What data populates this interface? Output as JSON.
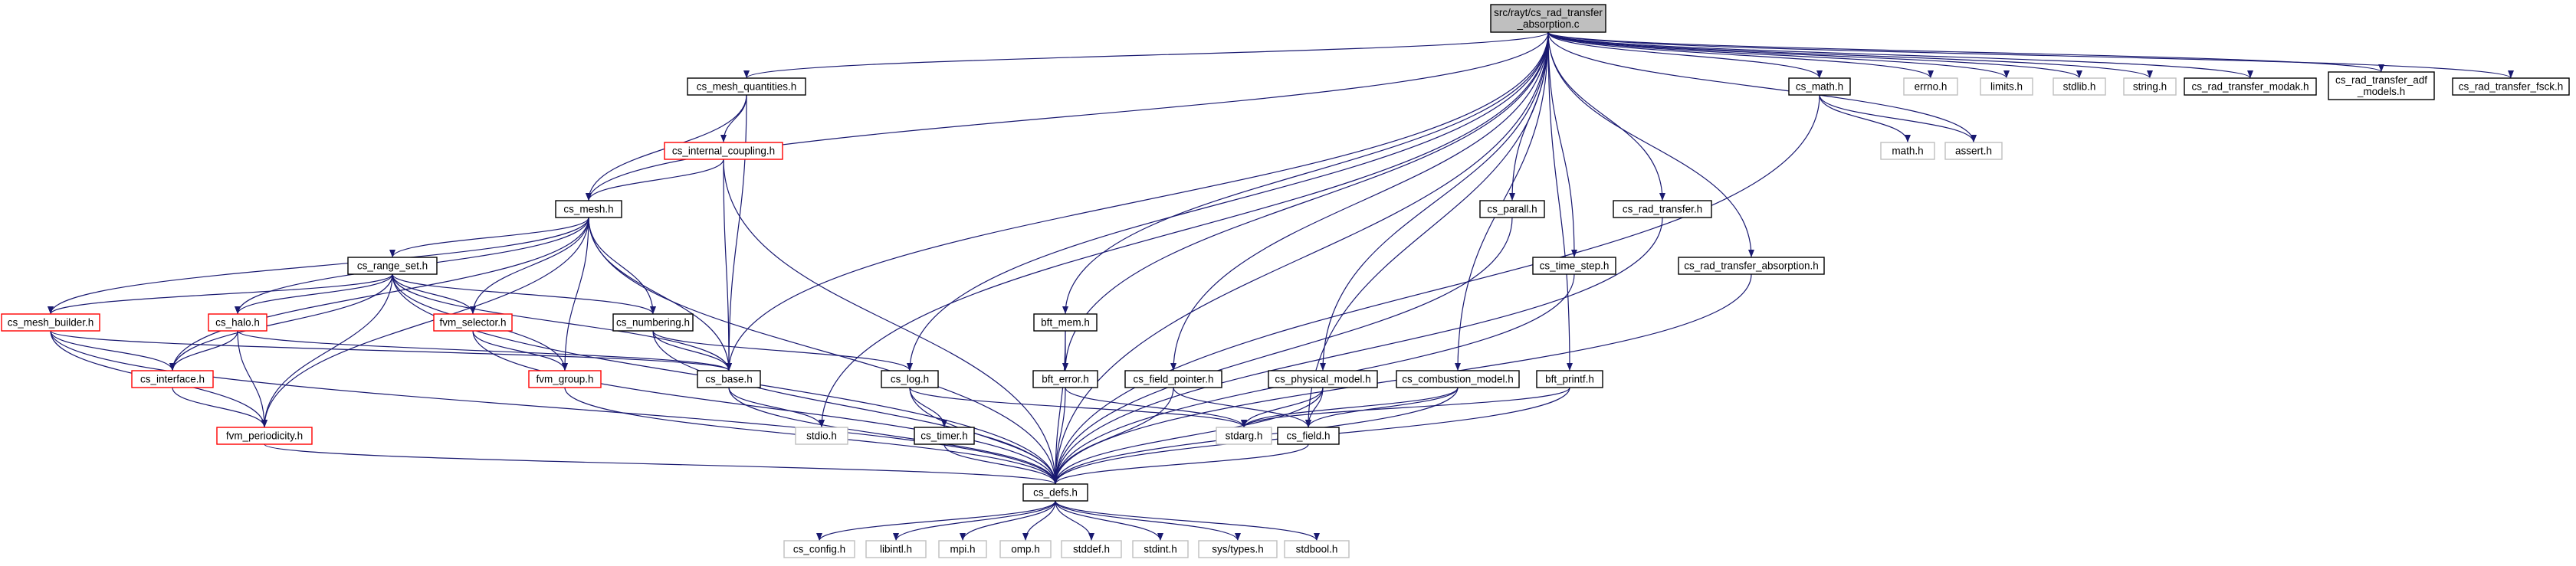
{
  "diagram": {
    "title": "",
    "colors": {
      "edge": "#191970",
      "root_fill": "#bfbfbf",
      "root_border": "#000000",
      "normal_border": "#000000",
      "red_border": "#ff0000",
      "gray_border": "#bfbfbf",
      "text": "#000000"
    },
    "nodes": [
      {
        "id": "root",
        "lines": [
          "src/rayt/cs_rad_transfer",
          "_absorption.c"
        ],
        "style": "root"
      },
      {
        "id": "cs_mesh_quantities",
        "lines": [
          "cs_mesh_quantities.h"
        ],
        "style": "normal"
      },
      {
        "id": "cs_internal_coupling",
        "lines": [
          "cs_internal_coupling.h"
        ],
        "style": "red"
      },
      {
        "id": "cs_mesh",
        "lines": [
          "cs_mesh.h"
        ],
        "style": "normal"
      },
      {
        "id": "cs_range_set",
        "lines": [
          "cs_range_set.h"
        ],
        "style": "normal"
      },
      {
        "id": "cs_mesh_builder",
        "lines": [
          "cs_mesh_builder.h"
        ],
        "style": "red"
      },
      {
        "id": "cs_halo",
        "lines": [
          "cs_halo.h"
        ],
        "style": "red"
      },
      {
        "id": "fvm_selector",
        "lines": [
          "fvm_selector.h"
        ],
        "style": "red"
      },
      {
        "id": "cs_numbering",
        "lines": [
          "cs_numbering.h"
        ],
        "style": "normal"
      },
      {
        "id": "cs_interface",
        "lines": [
          "cs_interface.h"
        ],
        "style": "red"
      },
      {
        "id": "fvm_group",
        "lines": [
          "fvm_group.h"
        ],
        "style": "red"
      },
      {
        "id": "cs_base",
        "lines": [
          "cs_base.h"
        ],
        "style": "normal"
      },
      {
        "id": "fvm_periodicity",
        "lines": [
          "fvm_periodicity.h"
        ],
        "style": "red"
      },
      {
        "id": "stdio",
        "lines": [
          "stdio.h"
        ],
        "style": "gray"
      },
      {
        "id": "cs_log",
        "lines": [
          "cs_log.h"
        ],
        "style": "normal"
      },
      {
        "id": "cs_timer",
        "lines": [
          "cs_timer.h"
        ],
        "style": "normal"
      },
      {
        "id": "bft_mem",
        "lines": [
          "bft_mem.h"
        ],
        "style": "normal"
      },
      {
        "id": "bft_error",
        "lines": [
          "bft_error.h"
        ],
        "style": "normal"
      },
      {
        "id": "cs_field_pointer",
        "lines": [
          "cs_field_pointer.h"
        ],
        "style": "normal"
      },
      {
        "id": "cs_physical_model",
        "lines": [
          "cs_physical_model.h"
        ],
        "style": "normal"
      },
      {
        "id": "stdarg",
        "lines": [
          "stdarg.h"
        ],
        "style": "gray"
      },
      {
        "id": "cs_field",
        "lines": [
          "cs_field.h"
        ],
        "style": "normal"
      },
      {
        "id": "cs_combustion_model",
        "lines": [
          "cs_combustion_model.h"
        ],
        "style": "normal"
      },
      {
        "id": "bft_printf",
        "lines": [
          "bft_printf.h"
        ],
        "style": "normal"
      },
      {
        "id": "cs_parall",
        "lines": [
          "cs_parall.h"
        ],
        "style": "normal"
      },
      {
        "id": "cs_time_step",
        "lines": [
          "cs_time_step.h"
        ],
        "style": "normal"
      },
      {
        "id": "cs_rad_transfer",
        "lines": [
          "cs_rad_transfer.h"
        ],
        "style": "normal"
      },
      {
        "id": "cs_rad_transfer_absorption",
        "lines": [
          "cs_rad_transfer_absorption.h"
        ],
        "style": "normal"
      },
      {
        "id": "cs_math",
        "lines": [
          "cs_math.h"
        ],
        "style": "normal"
      },
      {
        "id": "math",
        "lines": [
          "math.h"
        ],
        "style": "gray"
      },
      {
        "id": "assert",
        "lines": [
          "assert.h"
        ],
        "style": "gray"
      },
      {
        "id": "errno",
        "lines": [
          "errno.h"
        ],
        "style": "gray"
      },
      {
        "id": "limits",
        "lines": [
          "limits.h"
        ],
        "style": "gray"
      },
      {
        "id": "stdlib",
        "lines": [
          "stdlib.h"
        ],
        "style": "gray"
      },
      {
        "id": "string",
        "lines": [
          "string.h"
        ],
        "style": "gray"
      },
      {
        "id": "cs_rad_transfer_modak",
        "lines": [
          "cs_rad_transfer_modak.h"
        ],
        "style": "normal"
      },
      {
        "id": "cs_rad_transfer_adf_models",
        "lines": [
          "cs_rad_transfer_adf",
          "_models.h"
        ],
        "style": "normal"
      },
      {
        "id": "cs_rad_transfer_fsck",
        "lines": [
          "cs_rad_transfer_fsck.h"
        ],
        "style": "normal"
      },
      {
        "id": "cs_defs",
        "lines": [
          "cs_defs.h"
        ],
        "style": "normal"
      },
      {
        "id": "cs_config",
        "lines": [
          "cs_config.h"
        ],
        "style": "gray"
      },
      {
        "id": "libintl",
        "lines": [
          "libintl.h"
        ],
        "style": "gray"
      },
      {
        "id": "mpi",
        "lines": [
          "mpi.h"
        ],
        "style": "gray"
      },
      {
        "id": "omp",
        "lines": [
          "omp.h"
        ],
        "style": "gray"
      },
      {
        "id": "stddef",
        "lines": [
          "stddef.h"
        ],
        "style": "gray"
      },
      {
        "id": "stdint",
        "lines": [
          "stdint.h"
        ],
        "style": "gray"
      },
      {
        "id": "sys_types",
        "lines": [
          "sys/types.h"
        ],
        "style": "gray"
      },
      {
        "id": "stdbool",
        "lines": [
          "stdbool.h"
        ],
        "style": "gray"
      }
    ],
    "edges": [
      [
        "root",
        "cs_mesh_quantities"
      ],
      [
        "root",
        "cs_mesh"
      ],
      [
        "root",
        "cs_base"
      ],
      [
        "root",
        "stdio"
      ],
      [
        "root",
        "cs_log"
      ],
      [
        "root",
        "bft_mem"
      ],
      [
        "root",
        "bft_error"
      ],
      [
        "root",
        "cs_field_pointer"
      ],
      [
        "root",
        "cs_physical_model"
      ],
      [
        "root",
        "cs_field"
      ],
      [
        "root",
        "cs_combustion_model"
      ],
      [
        "root",
        "bft_printf"
      ],
      [
        "root",
        "cs_parall"
      ],
      [
        "root",
        "cs_time_step"
      ],
      [
        "root",
        "cs_rad_transfer"
      ],
      [
        "root",
        "cs_rad_transfer_absorption"
      ],
      [
        "root",
        "cs_defs"
      ],
      [
        "root",
        "cs_math"
      ],
      [
        "root",
        "assert"
      ],
      [
        "root",
        "errno"
      ],
      [
        "root",
        "limits"
      ],
      [
        "root",
        "stdlib"
      ],
      [
        "root",
        "string"
      ],
      [
        "root",
        "cs_rad_transfer_modak"
      ],
      [
        "root",
        "cs_rad_transfer_adf_models"
      ],
      [
        "root",
        "cs_rad_transfer_fsck"
      ],
      [
        "cs_mesh_quantities",
        "cs_internal_coupling"
      ],
      [
        "cs_mesh_quantities",
        "cs_mesh"
      ],
      [
        "cs_mesh_quantities",
        "cs_base"
      ],
      [
        "cs_internal_coupling",
        "cs_mesh"
      ],
      [
        "cs_internal_coupling",
        "cs_base"
      ],
      [
        "cs_internal_coupling",
        "cs_defs"
      ],
      [
        "cs_mesh",
        "cs_range_set"
      ],
      [
        "cs_mesh",
        "cs_mesh_builder"
      ],
      [
        "cs_mesh",
        "cs_halo"
      ],
      [
        "cs_mesh",
        "fvm_selector"
      ],
      [
        "cs_mesh",
        "cs_numbering"
      ],
      [
        "cs_mesh",
        "cs_interface"
      ],
      [
        "cs_mesh",
        "fvm_group"
      ],
      [
        "cs_mesh",
        "cs_base"
      ],
      [
        "cs_mesh",
        "fvm_periodicity"
      ],
      [
        "cs_mesh",
        "cs_defs"
      ],
      [
        "cs_range_set",
        "cs_mesh_builder"
      ],
      [
        "cs_range_set",
        "cs_halo"
      ],
      [
        "cs_range_set",
        "fvm_selector"
      ],
      [
        "cs_range_set",
        "cs_numbering"
      ],
      [
        "cs_range_set",
        "cs_interface"
      ],
      [
        "cs_range_set",
        "fvm_group"
      ],
      [
        "cs_range_set",
        "cs_base"
      ],
      [
        "cs_range_set",
        "fvm_periodicity"
      ],
      [
        "cs_range_set",
        "cs_defs"
      ],
      [
        "cs_mesh_builder",
        "cs_interface"
      ],
      [
        "cs_mesh_builder",
        "fvm_periodicity"
      ],
      [
        "cs_mesh_builder",
        "cs_base"
      ],
      [
        "cs_mesh_builder",
        "cs_defs"
      ],
      [
        "cs_halo",
        "cs_interface"
      ],
      [
        "cs_halo",
        "fvm_periodicity"
      ],
      [
        "cs_halo",
        "cs_base"
      ],
      [
        "fvm_selector",
        "fvm_group"
      ],
      [
        "fvm_selector",
        "cs_defs"
      ],
      [
        "cs_numbering",
        "cs_base"
      ],
      [
        "cs_numbering",
        "cs_log"
      ],
      [
        "cs_numbering",
        "cs_defs"
      ],
      [
        "cs_interface",
        "fvm_periodicity"
      ],
      [
        "fvm_group",
        "cs_defs"
      ],
      [
        "cs_base",
        "stdio"
      ],
      [
        "cs_base",
        "cs_defs"
      ],
      [
        "fvm_periodicity",
        "cs_defs"
      ],
      [
        "cs_log",
        "cs_timer"
      ],
      [
        "cs_log",
        "stdarg"
      ],
      [
        "cs_log",
        "cs_defs"
      ],
      [
        "cs_timer",
        "cs_defs"
      ],
      [
        "bft_mem",
        "bft_error"
      ],
      [
        "bft_mem",
        "cs_defs"
      ],
      [
        "bft_error",
        "stdarg"
      ],
      [
        "bft_error",
        "cs_defs"
      ],
      [
        "cs_field_pointer",
        "cs_field"
      ],
      [
        "cs_field_pointer",
        "cs_defs"
      ],
      [
        "cs_physical_model",
        "stdarg"
      ],
      [
        "cs_physical_model",
        "cs_field"
      ],
      [
        "cs_physical_model",
        "cs_defs"
      ],
      [
        "cs_field",
        "cs_defs"
      ],
      [
        "cs_combustion_model",
        "stdarg"
      ],
      [
        "cs_combustion_model",
        "cs_field"
      ],
      [
        "cs_combustion_model",
        "cs_defs"
      ],
      [
        "bft_printf",
        "stdarg"
      ],
      [
        "bft_printf",
        "cs_defs"
      ],
      [
        "cs_parall",
        "cs_defs"
      ],
      [
        "cs_time_step",
        "cs_defs"
      ],
      [
        "cs_rad_transfer",
        "cs_defs"
      ],
      [
        "cs_rad_transfer_absorption",
        "cs_defs"
      ],
      [
        "cs_math",
        "math"
      ],
      [
        "cs_math",
        "assert"
      ],
      [
        "cs_math",
        "cs_defs"
      ],
      [
        "cs_defs",
        "cs_config"
      ],
      [
        "cs_defs",
        "libintl"
      ],
      [
        "cs_defs",
        "mpi"
      ],
      [
        "cs_defs",
        "omp"
      ],
      [
        "cs_defs",
        "stddef"
      ],
      [
        "cs_defs",
        "stdint"
      ],
      [
        "cs_defs",
        "sys_types"
      ],
      [
        "cs_defs",
        "stdbool"
      ]
    ]
  }
}
